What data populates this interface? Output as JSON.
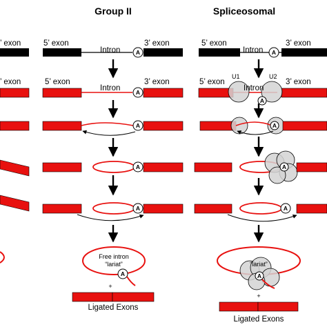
{
  "columns": {
    "group2_title": "Group II",
    "spliceosomal_title": "Spliceosomal"
  },
  "labels": {
    "five_prime_exon": "5’ exon",
    "three_prime_exon": "3’ exon",
    "intron": "Intron",
    "branch_a": "A",
    "u1": "U1",
    "u2": "U2",
    "free_intron_line1": "Free intron",
    "free_intron_line2": "“lariat”",
    "lariat": "“lariat”",
    "plus": "+",
    "ligated_exons": "Ligated Exons",
    "left_exon_fragment": "’ exon"
  },
  "colors": {
    "exon_red": "#e8110f",
    "exon_black": "#000000",
    "snrnp_gray": "#d3d3d3",
    "outline": "#000000"
  }
}
